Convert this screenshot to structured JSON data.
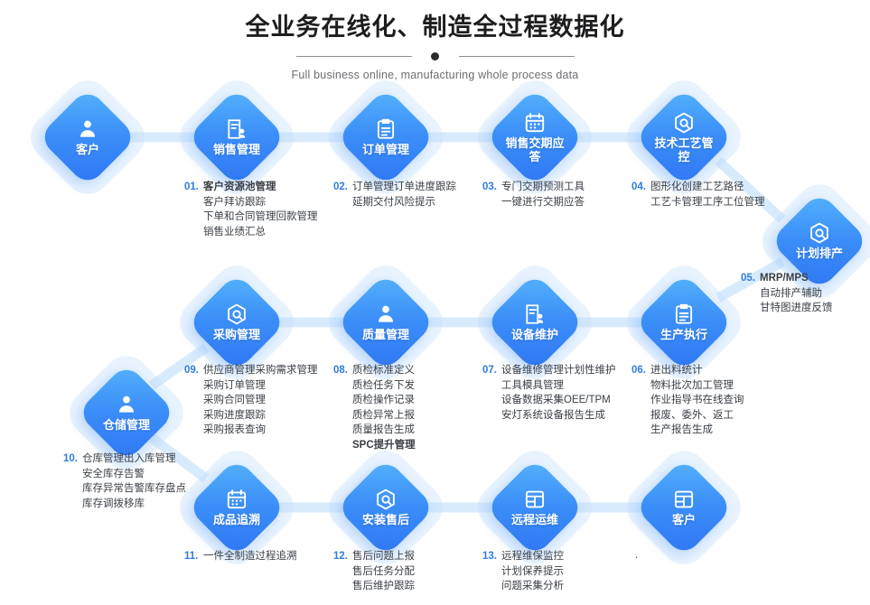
{
  "header": {
    "title": "全业务在线化、制造全过程数据化",
    "subtitle": "Full business online, manufacturing whole process data"
  },
  "theme": {
    "node_gradient_from": "#56b4fb",
    "node_gradient_to": "#2f76f3",
    "halo": "#c5dffc",
    "link": "#d8ebfd",
    "number_color": "#2f7de0",
    "text_color": "#3a3f46",
    "title_color": "#1d1d1f",
    "subtitle_color": "#6e6e73"
  },
  "nodes": [
    {
      "id": "customer-1",
      "label": "客户",
      "icon": "user-icon"
    },
    {
      "id": "sales-mgmt",
      "label": "销售管理",
      "icon": "doc-person-icon"
    },
    {
      "id": "order-mgmt",
      "label": "订单管理",
      "icon": "clipboard-icon"
    },
    {
      "id": "sales-delivery",
      "label": "销售交期应答",
      "icon": "calendar-icon"
    },
    {
      "id": "tech-process",
      "label": "技术工艺管控",
      "icon": "hex-gear-icon"
    },
    {
      "id": "plan-scheduling",
      "label": "计划排产",
      "icon": "hex-gear-icon"
    },
    {
      "id": "purchase-mgmt",
      "label": "采购管理",
      "icon": "hex-gear-icon"
    },
    {
      "id": "quality-mgmt",
      "label": "质量管理",
      "icon": "user-icon"
    },
    {
      "id": "equipment-maint",
      "label": "设备维护",
      "icon": "doc-person-icon"
    },
    {
      "id": "production-exec",
      "label": "生产执行",
      "icon": "clipboard-icon"
    },
    {
      "id": "warehouse-mgmt",
      "label": "仓储管理",
      "icon": "user-icon"
    },
    {
      "id": "product-trace",
      "label": "成品追溯",
      "icon": "calendar-icon"
    },
    {
      "id": "install-service",
      "label": "安装售后",
      "icon": "hex-gear-icon"
    },
    {
      "id": "remote-ops",
      "label": "远程运维",
      "icon": "window-icon"
    },
    {
      "id": "customer-2",
      "label": "客户",
      "icon": "window-icon"
    }
  ],
  "details": [
    {
      "num": "01.",
      "lines": [
        "客户资源池管理",
        "客户拜访跟踪",
        "下单和合同管理回款管理",
        "销售业绩汇总"
      ]
    },
    {
      "num": "02.",
      "lines": [
        "订单管理订单进度跟踪",
        "延期交付风险提示"
      ]
    },
    {
      "num": "03.",
      "lines": [
        "专门交期预测工具",
        "一键进行交期应答"
      ]
    },
    {
      "num": "04.",
      "lines": [
        "图形化创建工艺路径",
        "工艺卡管理工序工位管理"
      ]
    },
    {
      "num": "05.",
      "lines": [
        "MRP/MPS",
        "自动排产辅助",
        "甘特图进度反馈"
      ]
    },
    {
      "num": "06.",
      "lines": [
        "进出料统计",
        "物料批次加工管理",
        "作业指导书在线查询",
        "报废、委外、返工",
        "生产报告生成"
      ]
    },
    {
      "num": "07.",
      "lines": [
        "设备维修管理计划性维护",
        "工具模具管理",
        "设备数据采集OEE/TPM",
        "安灯系统设备报告生成"
      ]
    },
    {
      "num": "08.",
      "lines": [
        "质检标准定义",
        "质检任务下发",
        "质检操作记录",
        "质检异常上报",
        "质量报告生成",
        "SPC提升管理"
      ]
    },
    {
      "num": "09.",
      "lines": [
        "供应商管理采购需求管理",
        "采购订单管理",
        "采购合同管理",
        "采购进度跟踪",
        "采购报表查询"
      ]
    },
    {
      "num": "10.",
      "lines": [
        "仓库管理出入库管理",
        "安全库存告警",
        "库存异常告警库存盘点",
        "库存调拨移库"
      ]
    },
    {
      "num": "11.",
      "lines": [
        "一件全制造过程追溯"
      ]
    },
    {
      "num": "12.",
      "lines": [
        "售后问题上报",
        "售后任务分配",
        "售后维护跟踪"
      ]
    },
    {
      "num": "13.",
      "lines": [
        "远程维保监控",
        "计划保养提示",
        "问题采集分析"
      ]
    }
  ],
  "stray_mark": "."
}
